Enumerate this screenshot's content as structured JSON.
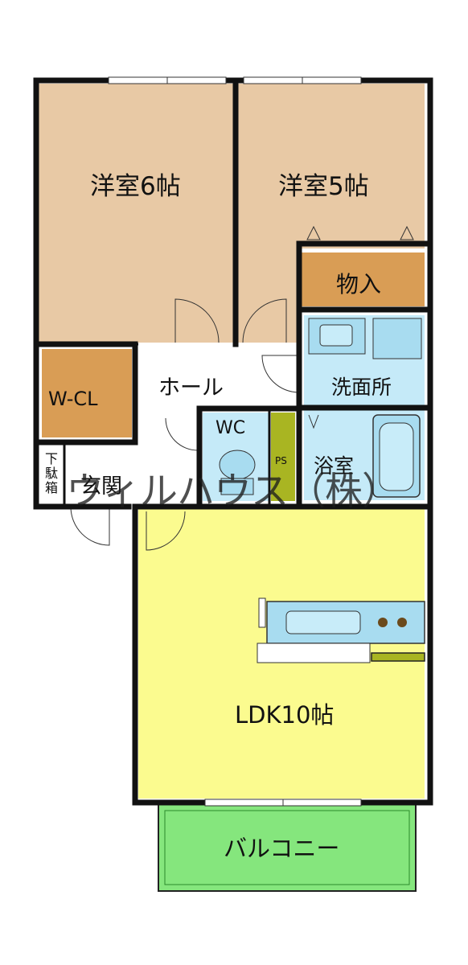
{
  "rooms": {
    "western_room_6": "洋室6帖",
    "western_room_5": "洋室5帖",
    "storage": "物入",
    "walk_in_closet": "W-CL",
    "hall": "ホール",
    "washroom": "洗面所",
    "toilet": "WC",
    "pipe_space": "PS",
    "bathroom": "浴室",
    "shoe_box": "下駄箱",
    "entrance": "玄関",
    "ldk": "LDK10帖",
    "balcony": "バルコニー"
  },
  "watermark": "ウィルハウス（株）",
  "colors": {
    "bedroom": "#e8c9a5",
    "storage": "#d99d55",
    "wet_area": "#c5eaf8",
    "fixture": "#a8dcf0",
    "ldk": "#fbfb8f",
    "balcony": "#85e67d",
    "pipe_space": "#a9b522",
    "wall": "#111111"
  }
}
